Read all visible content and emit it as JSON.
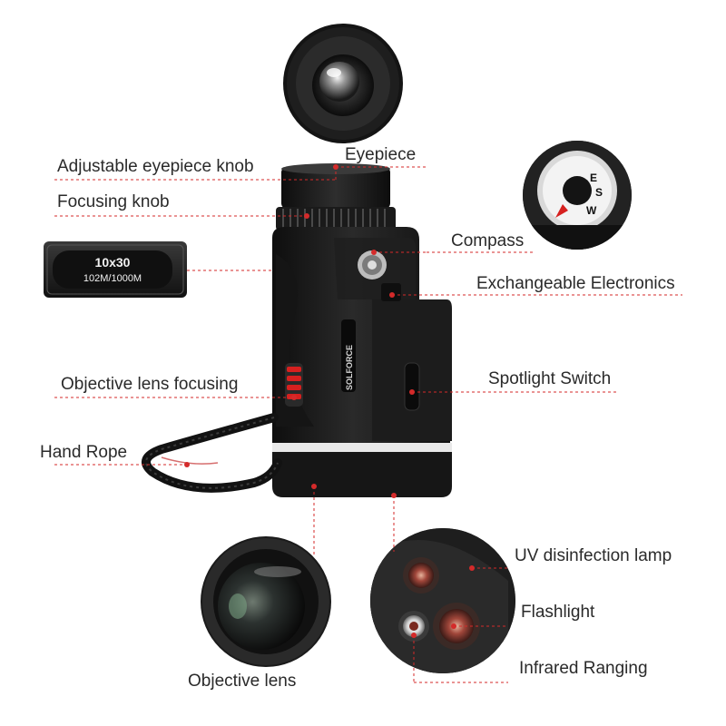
{
  "labels": {
    "eyepiece": "Eyepiece",
    "adjustable_eyepiece_knob": "Adjustable eyepiece knob",
    "focusing_knob": "Focusing knob",
    "compass": "Compass",
    "exchangeable_electronics": "Exchangeable Electronics",
    "objective_lens_focusing": "Objective lens focusing",
    "spotlight_switch": "Spotlight Switch",
    "hand_rope": "Hand Rope",
    "uv_disinfection_lamp": "UV disinfection lamp",
    "flashlight": "Flashlight",
    "infrared_ranging": "Infrared Ranging",
    "objective_lens": "Objective lens"
  },
  "spec_badge": {
    "magnification": "10x30",
    "field_of_view": "102M/1000M"
  },
  "brand": "SOLFORCE",
  "compass_letters": [
    "E",
    "S",
    "W"
  ],
  "colors": {
    "leader_line": "#d42a2a",
    "label_text": "#2a2a2a",
    "device_body": "#1b1b1b",
    "accent_red": "#d6201f"
  }
}
